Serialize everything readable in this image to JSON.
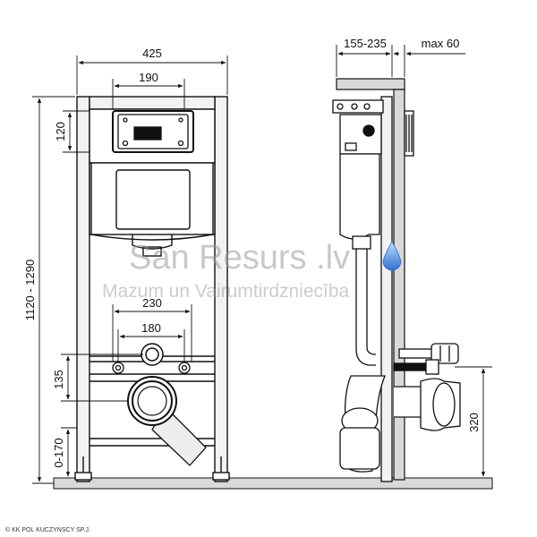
{
  "front_view": {
    "width_total": "425",
    "flush_plate_width": "190",
    "flush_plate_height": "120",
    "frame_height_range": "1120 - 1290",
    "bolt_spacing_outer": "230",
    "bolt_spacing_inner": "180",
    "drain_height": "135",
    "foot_adjust_range": "0-170"
  },
  "side_view": {
    "depth_range": "155-235",
    "wall_covering_max": "max 60",
    "outlet_height": "320"
  },
  "watermark": {
    "brand": "San Resurs .lv",
    "tagline": "Mazum un Vairumtirdzniecība"
  },
  "credit": "© KK POL KUCZYNSCY SP.J.",
  "colors": {
    "line": "#111111",
    "wall_fill": "#d9d9d9",
    "frame_fill": "#f2f2f2",
    "drop_accent": "#4a90d9"
  }
}
